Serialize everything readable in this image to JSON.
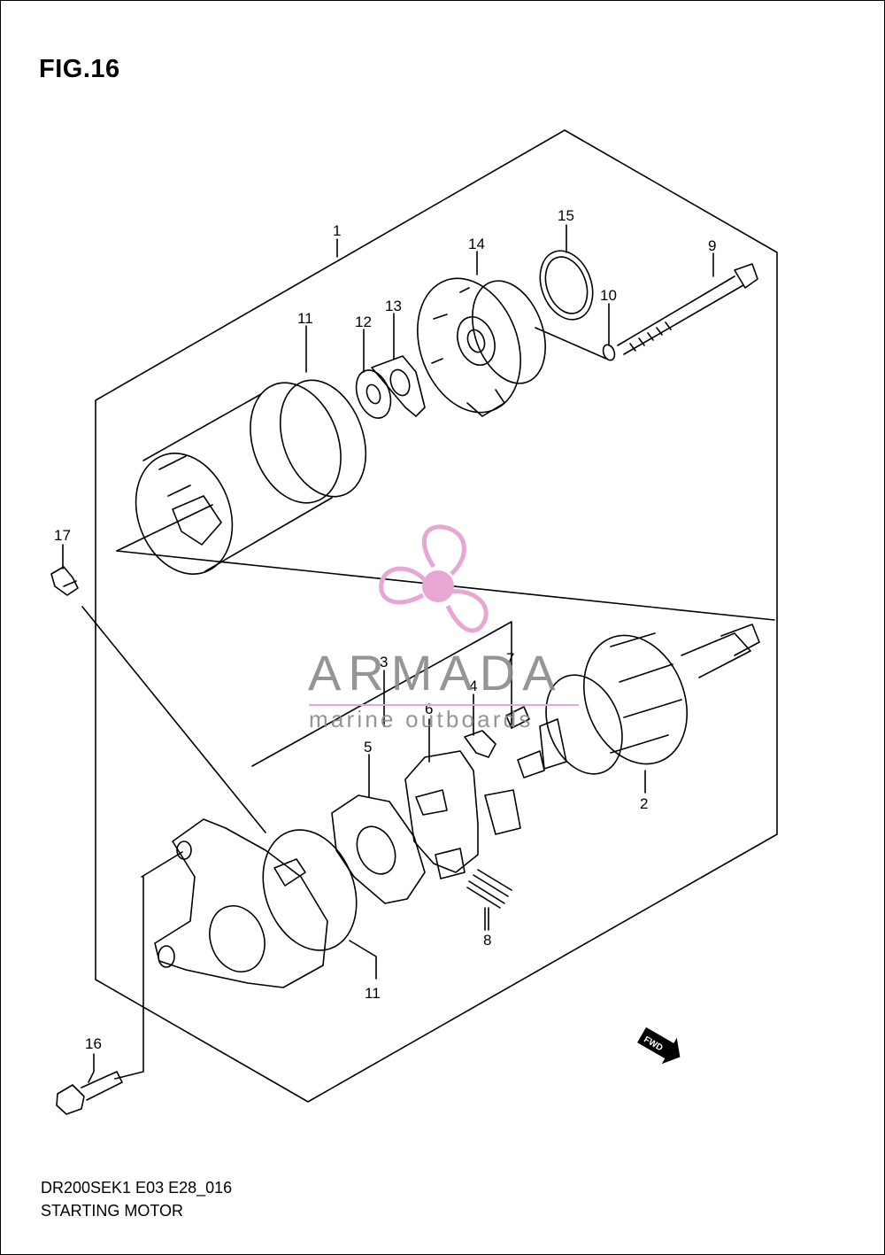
{
  "figure": {
    "title": "FIG.16",
    "code": "DR200SEK1 E03 E28_016",
    "name": "STARTING MOTOR"
  },
  "callouts": [
    "1",
    "11",
    "12",
    "13",
    "14",
    "15",
    "10",
    "9",
    "17",
    "3",
    "7",
    "4",
    "6",
    "5",
    "2",
    "8",
    "11",
    "16"
  ],
  "fwd_label": "FWD",
  "watermark": {
    "brand": "ARMADA",
    "tagline": "marine outboards",
    "logo_color": "#e7a7d2",
    "text_color": "#8a8a8a"
  }
}
